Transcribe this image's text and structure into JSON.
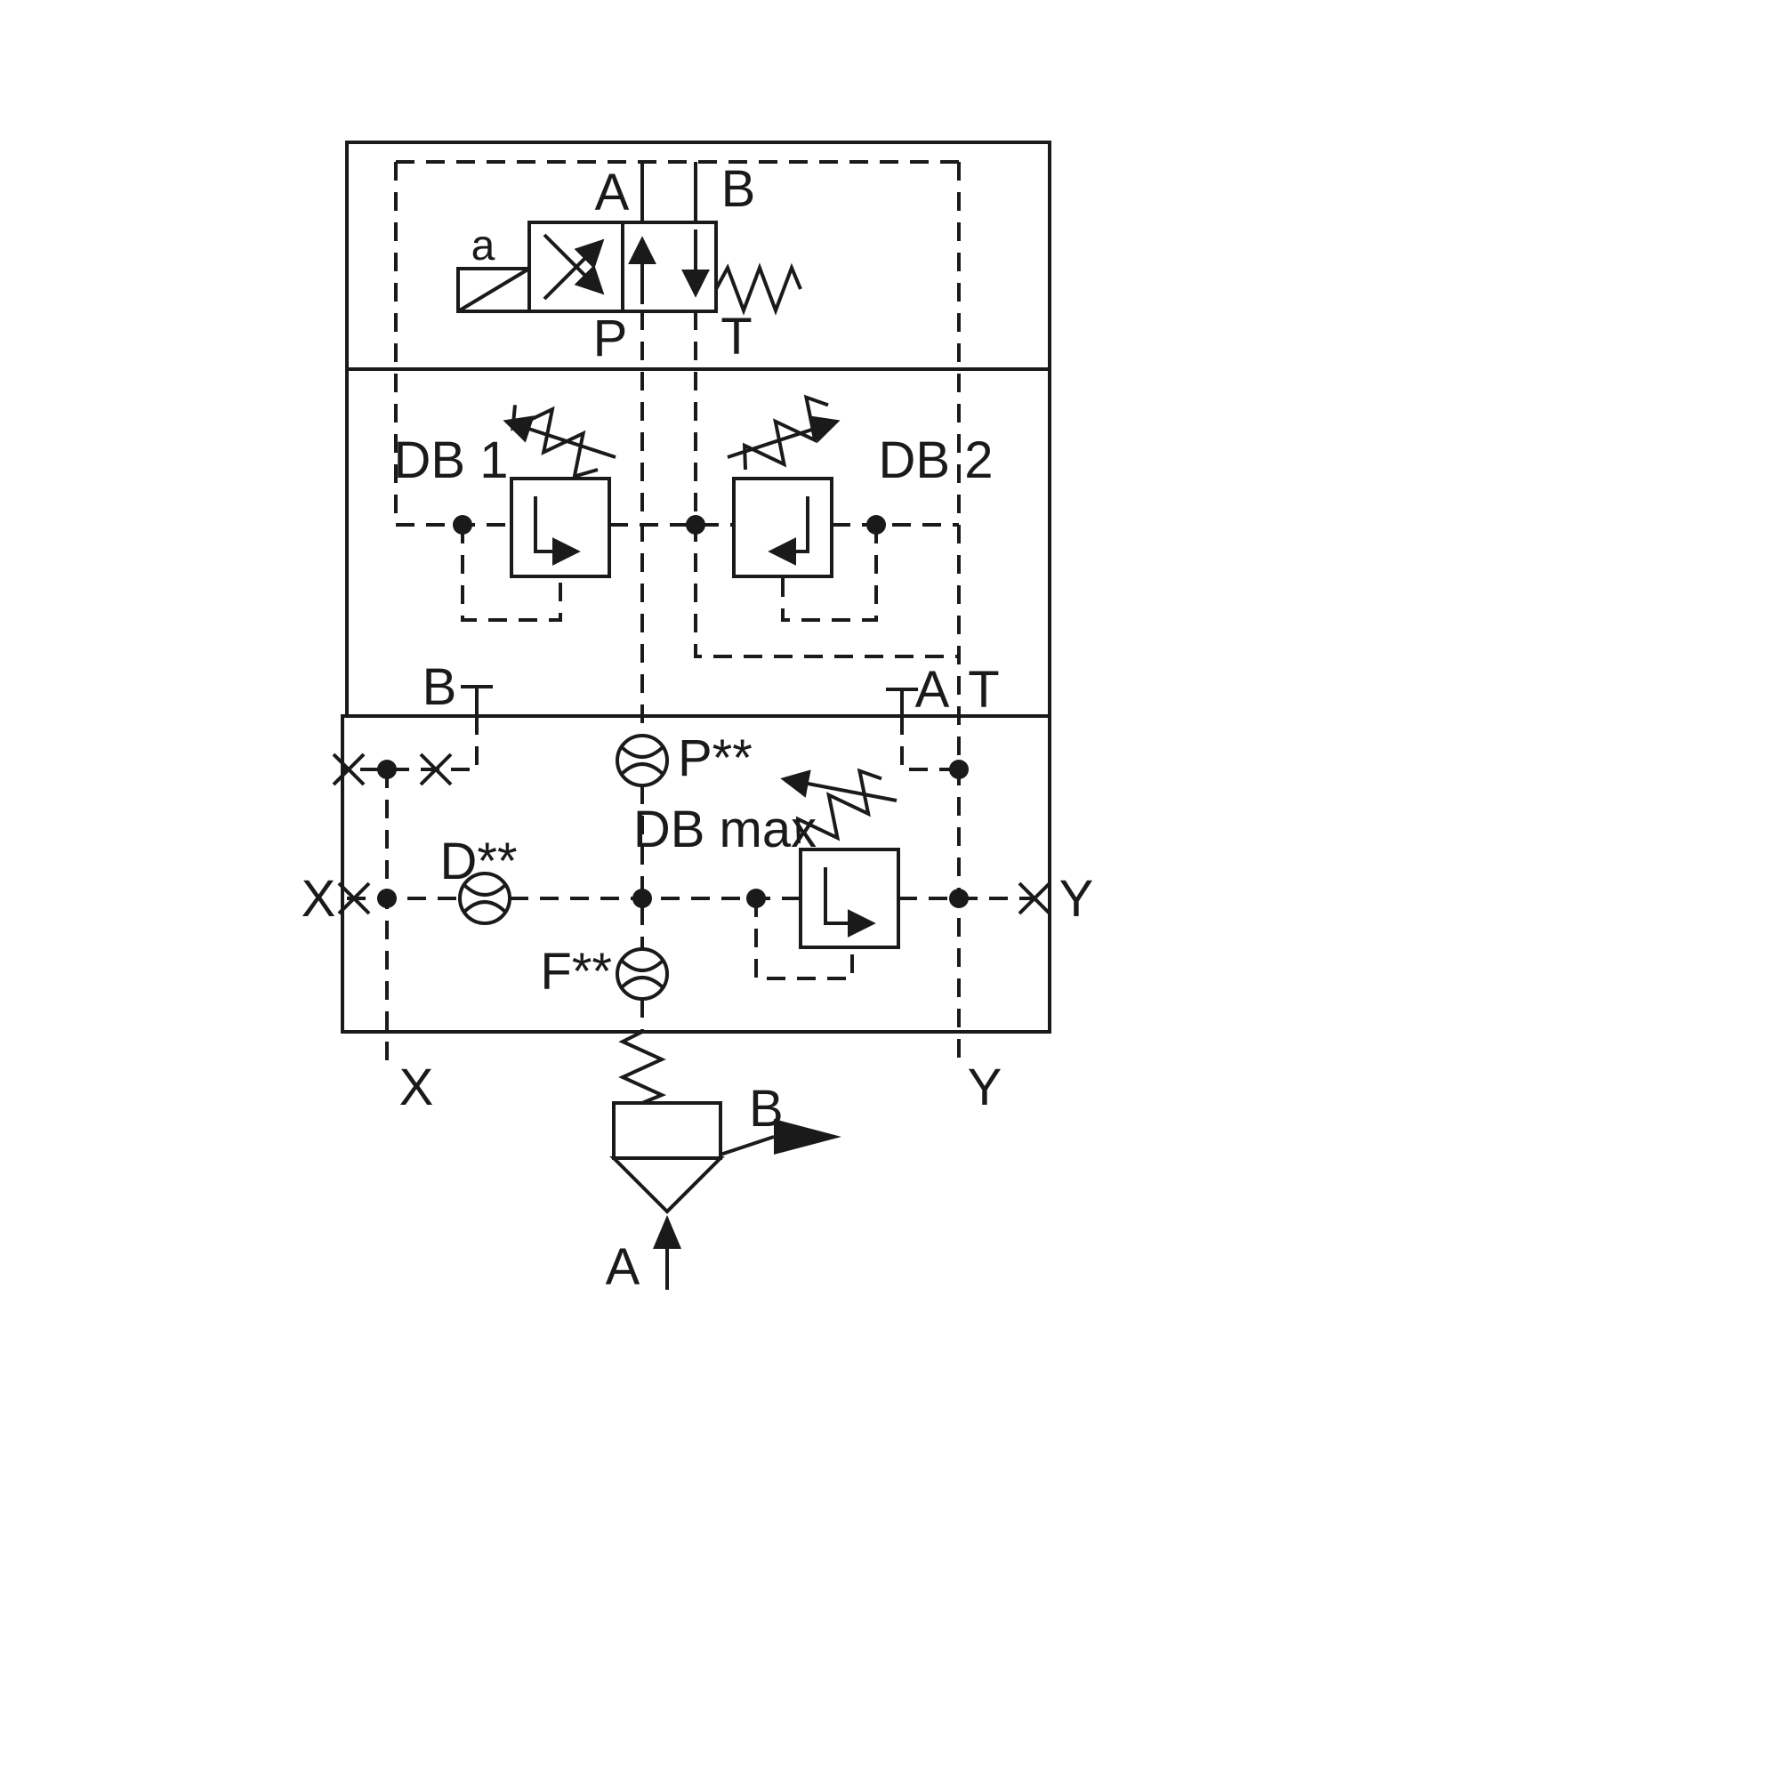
{
  "labels": {
    "pilot_valve": {
      "solenoid": "a",
      "a": "A",
      "b": "B",
      "p": "P",
      "t": "T"
    },
    "db1": "DB 1",
    "db2": "DB 2",
    "db_max": "DB max",
    "orifice_p": "P**",
    "orifice_d": "D**",
    "orifice_f": "F**",
    "block": {
      "b": "B",
      "a": "A",
      "t": "T",
      "x_side": "X",
      "y_side": "Y",
      "x_bottom": "X",
      "y_bottom": "Y"
    },
    "cartridge": {
      "a": "A",
      "b": "B"
    }
  },
  "colors": {
    "line": "#1a1a1a",
    "background": "#ffffff"
  }
}
